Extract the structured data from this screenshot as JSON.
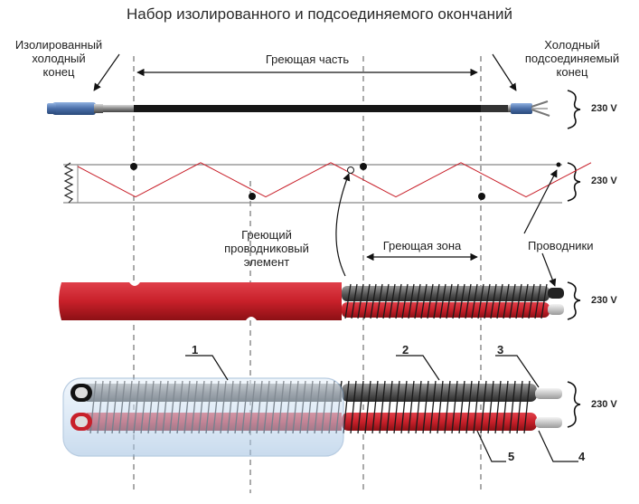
{
  "title": "Набор изолированного и подсоединяемого окончаний",
  "labels": {
    "insulated_end": "Изолированный холодный конец",
    "insulated_end_lines": [
      "Изолированный",
      "холодный",
      "конец"
    ],
    "heating_part": "Греющая часть",
    "cold_connect_end_lines": [
      "Холодный",
      "подсоединяемый",
      "конец"
    ],
    "heating_element_lines": [
      "Греющий",
      "проводниковый",
      "элемент"
    ],
    "heating_zone": "Греющая зона",
    "conductors": "Проводники"
  },
  "voltage": [
    "230 V",
    "230 V",
    "230 V",
    "230 V"
  ],
  "numbers": [
    "1",
    "2",
    "3",
    "4",
    "5"
  ],
  "colors": {
    "red": "#c8202a",
    "dark_red": "#8c1015",
    "cable_black": "#1c1c1c",
    "blue_end": "#4a6ea8",
    "glass": "#cfe2f3"
  }
}
